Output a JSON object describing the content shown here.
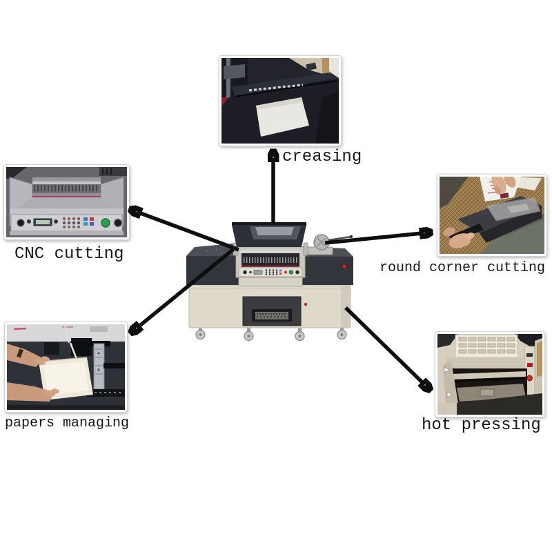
{
  "diagram": {
    "background": "#ffffff",
    "arrow_color": "#0e0e0e",
    "label_color": "#161616",
    "features": [
      {
        "id": "creasing",
        "label": "creasing"
      },
      {
        "id": "cnc-cutting",
        "label": "CNC cutting"
      },
      {
        "id": "round-corner-cutting",
        "label": "round corner cutting"
      },
      {
        "id": "papers-managing",
        "label": "papers managing"
      },
      {
        "id": "hot-pressing",
        "label": "hot pressing"
      }
    ]
  }
}
